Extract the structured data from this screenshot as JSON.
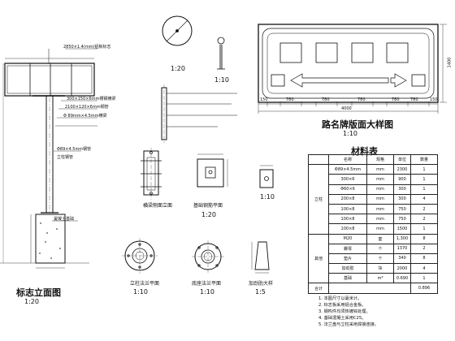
{
  "captions": {
    "elevation_title": "标志立面图",
    "elevation_scale": "1:20",
    "sign_panel_title": "路名牌版面大样图",
    "sign_panel_scale": "1:10",
    "material_table_title": "材料表",
    "side_elevation_title": "横梁侧面立面",
    "section_title": "基础钢筋平面",
    "flange_top_title": "立柱法兰平面",
    "flange_bottom_title": "底座法兰平面",
    "stiffener_title": "加劲肋大样",
    "circle_scale": "1:20",
    "left_scale": "1:10",
    "small_sec_scale": "1:10",
    "section_scale": "1:20",
    "flange_top_scale": "1:10",
    "flange_bottom_scale": "1:10",
    "stiffener_scale": "1:5"
  },
  "elevation_labels": [
    "2850×1.4(mm)铝板标志",
    "300×150×6mm槽钢横梁",
    "2100×120×6mm钢管",
    "Φ 89mm×4.5mm横梁",
    "Φ89×4.5mm钢管",
    "立柱钢管",
    "混凝土基础"
  ],
  "sign_dims": {
    "overall_width": "4000",
    "height": "1400",
    "segments": [
      "150",
      "780",
      "780",
      "780",
      "780",
      "780",
      "150"
    ]
  },
  "material_table": {
    "header": [
      "名称",
      "规格",
      "单位",
      "数量"
    ],
    "groups": [
      {
        "label": "立柱",
        "rows": [
          [
            "Φ89×4.5mm",
            "mm",
            "2300",
            "1"
          ],
          [
            "300×6",
            "mm",
            "900",
            "1"
          ],
          [
            "Φ60×6",
            "mm",
            "300",
            "1"
          ],
          [
            "200×8",
            "mm",
            "300",
            "4"
          ],
          [
            "100×8",
            "mm",
            "750",
            "2"
          ],
          [
            "100×8",
            "mm",
            "750",
            "2"
          ],
          [
            "100×8",
            "mm",
            "1500",
            "1"
          ]
        ]
      },
      {
        "label": "其他",
        "rows": [
          [
            "M20",
            "套",
            "1,300",
            "8"
          ],
          [
            "螺母",
            "个",
            "1370",
            "2"
          ],
          [
            "垫片",
            "个",
            "340",
            "8"
          ],
          [
            "加劲肋",
            "块",
            "2000",
            "4"
          ],
          [
            "基础",
            "m³",
            "0.690",
            "1"
          ]
        ]
      }
    ],
    "total_label": "合计",
    "total_value": "0.896"
  },
  "notes": [
    "1. 本图尺寸以毫米计。",
    "2. 标志板采用铝合金板。",
    "3. 钢构件均须热镀锌处理。",
    "4. 基础混凝土采用C25。",
    "5. 法兰盘与立柱采用焊接连接。"
  ]
}
